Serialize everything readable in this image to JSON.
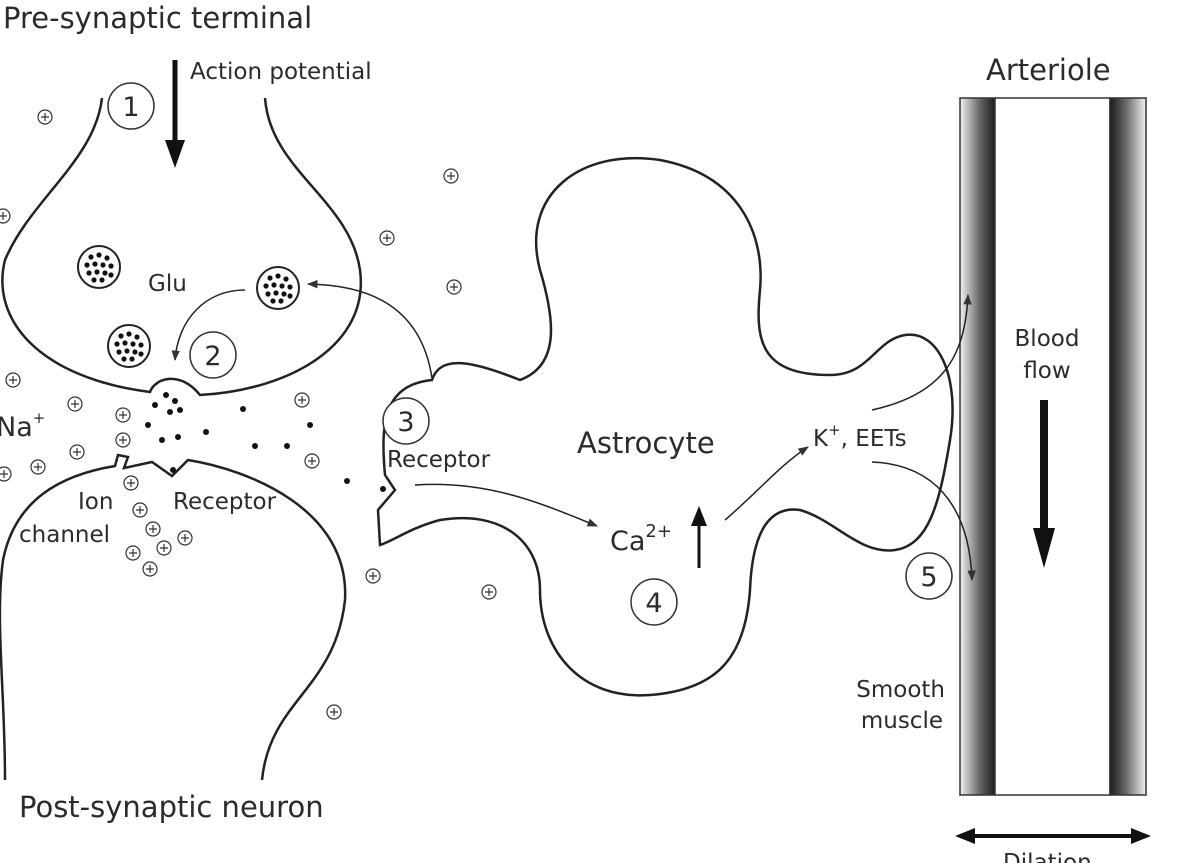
{
  "labels": {
    "pre_synaptic": "Pre-synaptic terminal",
    "post_synaptic": "Post-synaptic neuron",
    "action_potential": "Action potential",
    "glu": "Glu",
    "na": "Na",
    "na_sup": "+",
    "ion": "Ion",
    "channel": "channel",
    "receptor_left": "Receptor",
    "receptor_astro": "Receptor",
    "astrocyte": "Astrocyte",
    "ca": "Ca",
    "ca_sup": "2+",
    "k": "K",
    "k_sup": "+",
    "eets": ", EETs",
    "arteriole": "Arteriole",
    "blood": "Blood",
    "flow": "flow",
    "smooth": "Smooth",
    "muscle": "muscle",
    "dilation": "Dilation"
  },
  "steps": [
    "1",
    "2",
    "3",
    "4",
    "5"
  ],
  "colors": {
    "line": "#222222",
    "text": "#2b2b2b",
    "vessel_dark": "#2a2a2a",
    "vessel_light": "#e8e8e8"
  },
  "symbols": {
    "cation": "plus-in-circle",
    "glutamate": "dot"
  }
}
